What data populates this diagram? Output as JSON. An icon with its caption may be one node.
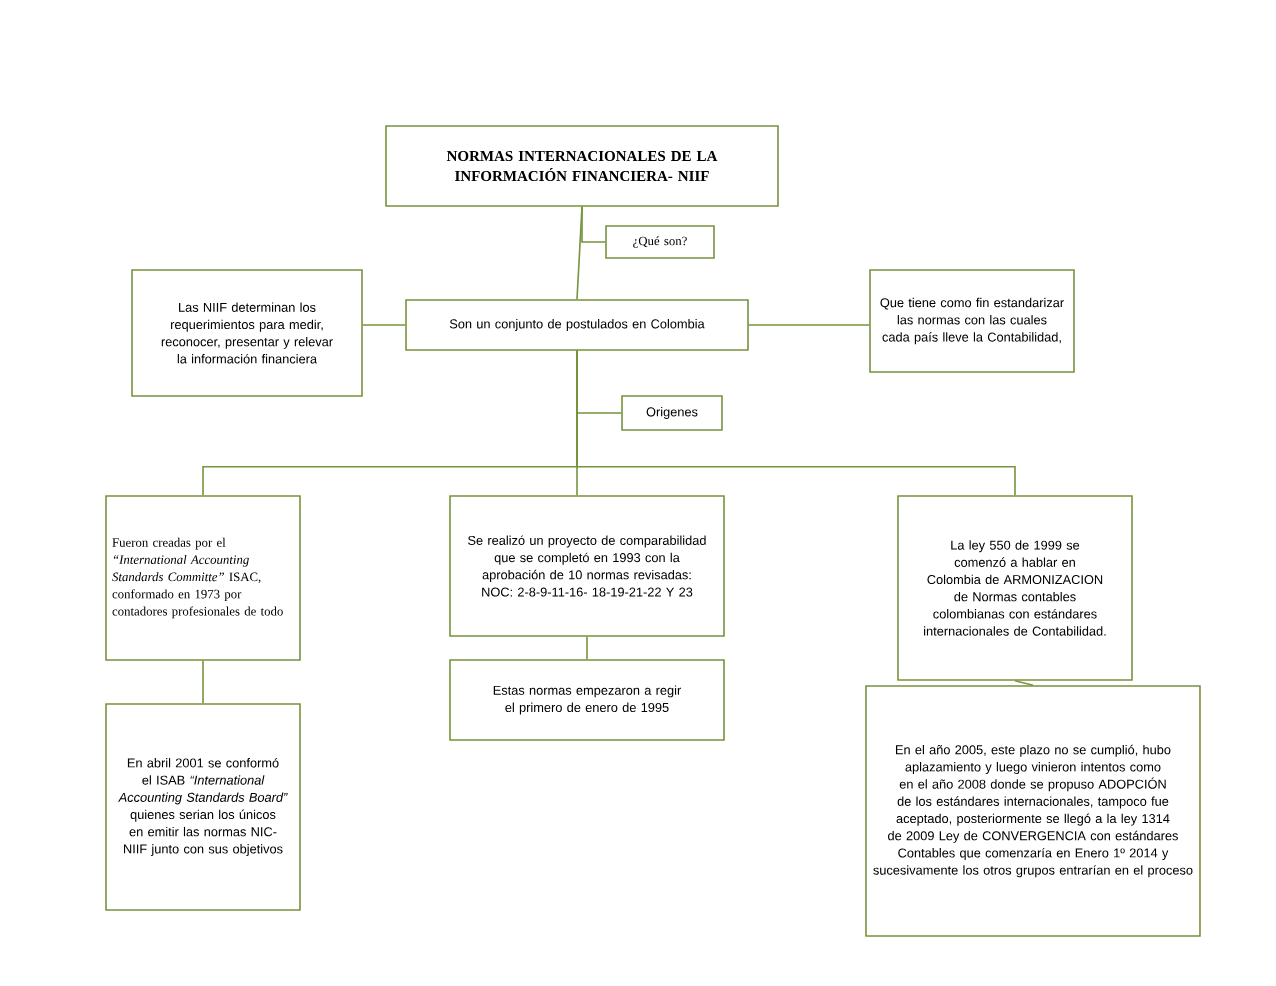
{
  "diagram": {
    "nodes": [
      {
        "text": [
          "NORMAS INTERNACIONALES DE LA INFORMACIÓN FINANCIERA- NIIF"
        ]
      },
      {
        "text": [
          "¿Qué son?"
        ]
      },
      {
        "text": [
          "Son un conjunto de postulados en Colombia"
        ]
      },
      {
        "text": [
          "Las NIIF determinan los requerimientos para medir, reconocer, presentar y relevar la información financiera"
        ]
      },
      {
        "text": [
          "Que tiene como fin estandarizar las normas con las cuales cada país lleve la Contabilidad,"
        ]
      },
      {
        "text": [
          "Origenes"
        ]
      },
      {
        "text": [
          "Fueron creadas por el *“International Accounting Standards Committe”* ISAC, conformado en 1973 por contadores profesionales de todo"
        ]
      },
      {
        "text": [
          "En abril 2001 se conformó el ISAB *“International Accounting Standards Board”* quienes serian los únicos en emitir las normas NIC-NIIF junto con sus objetivos"
        ]
      },
      {
        "text": [
          "Se realizó un proyecto de comparabilidad que se completó en 1993 con la aprobación de 10 normas revisadas: NOC: 2-8-9-11-16- 18-19-21-22 Y 23"
        ]
      },
      {
        "text": [
          "Estas normas empezaron a regir el primero de enero de 1995"
        ]
      },
      {
        "text": [
          "La ley 550 de 1999 se comenzó a hablar en Colombia de ARMONIZACION de Normas contables colombianas con estándares internacionales de Contabilidad."
        ]
      },
      {
        "text": [
          "En el año 2005, este plazo no se cumplió, hubo aplazamiento y luego vinieron intentos como en el año 2008 donde se propuso ADOPCIÓN de los estándares internacionales, tampoco fue aceptado, posteriormente se llegó a la ley 1314 de 2009 Ley de CONVERGENCIA con estándares Contables que comenzaría en Enero 1º 2014 y sucesivamente los otros grupos entrarían en el proceso"
        ]
      }
    ],
    "edges": [
      {
        "from": 0,
        "to": 2,
        "arrow": "none"
      },
      {
        "from": 0,
        "to": 1,
        "arrow": "none"
      },
      {
        "from": 2,
        "to": 3,
        "arrow": "none"
      },
      {
        "from": 2,
        "to": 4,
        "arrow": "none"
      },
      {
        "from": 2,
        "to": 5,
        "arrow": "none"
      },
      {
        "from": 2,
        "to": 6,
        "arrow": "none"
      },
      {
        "from": 2,
        "to": 8,
        "arrow": "none"
      },
      {
        "from": 2,
        "to": 10,
        "arrow": "none"
      },
      {
        "from": 6,
        "to": 7,
        "arrow": "none"
      },
      {
        "from": 8,
        "to": 9,
        "arrow": "none"
      },
      {
        "from": 10,
        "to": 11,
        "arrow": "none"
      }
    ]
  }
}
